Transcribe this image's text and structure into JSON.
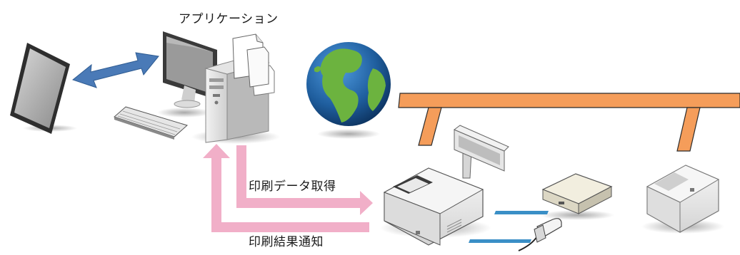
{
  "labels": {
    "application": "アプリケーション",
    "print_data_fetch": "印刷データ取得",
    "print_result_notify": "印刷結果通知"
  },
  "colors": {
    "network_line": "#f59d5a",
    "network_line_edge": "#2b2b2b",
    "sync_arrow": "#4a7ab7",
    "print_flow_arrow": "#f1afc8",
    "usb_cable": "#3a8fc6",
    "globe_ocean": "#1f5e9e",
    "globe_land": "#6cb33f"
  },
  "icons": {
    "tablet": "tablet-icon",
    "pc": "desktop-pc-icon",
    "documents": "documents-icon",
    "globe": "globe-icon",
    "pos_printer": "pos-printer-with-display-icon",
    "cash_drawer": "cash-drawer-icon",
    "scanner": "barcode-scanner-icon",
    "printer": "receipt-printer-icon"
  }
}
